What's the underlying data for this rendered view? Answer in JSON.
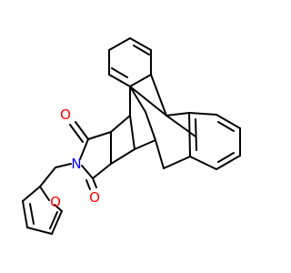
{
  "molecule": {
    "atoms": {
      "O1": "O",
      "O2": "O",
      "N": "N",
      "O_furan": "O"
    },
    "colors": {
      "oxygen": "#ff0000",
      "nitrogen": "#0000ff",
      "bond": "#000000",
      "background": "#ffffff"
    }
  }
}
